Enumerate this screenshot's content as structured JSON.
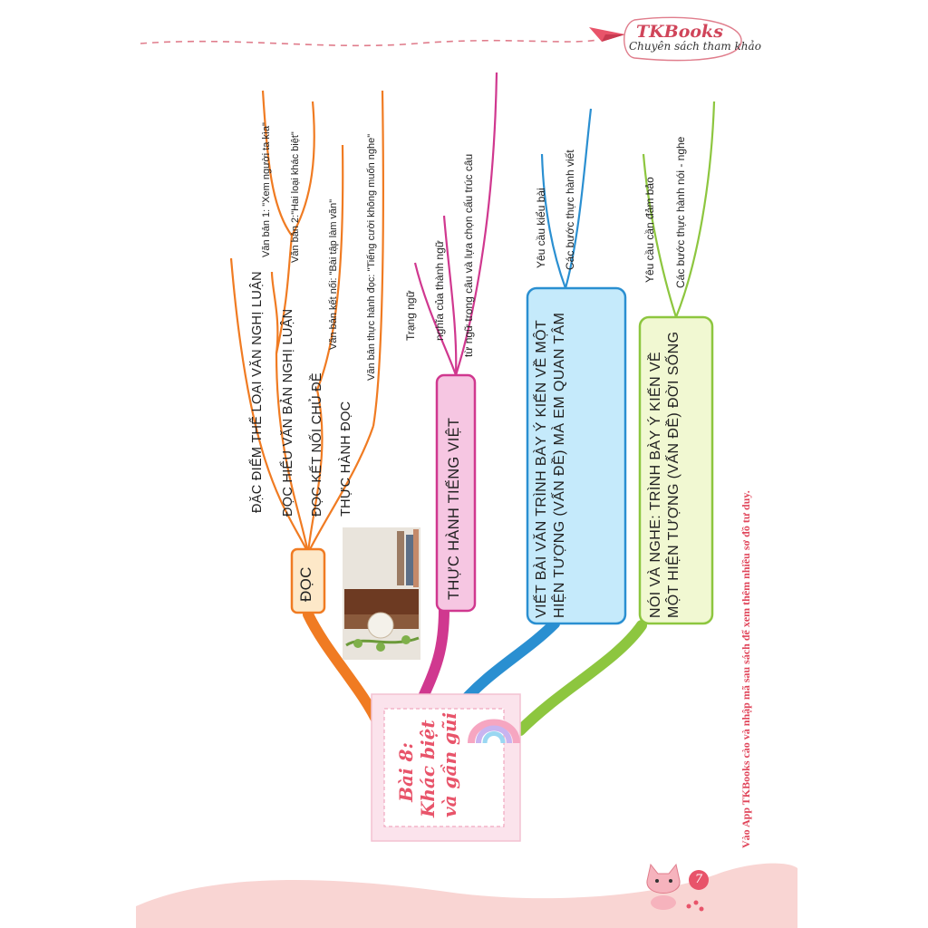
{
  "header": {
    "brand": "TKBooks",
    "tagline": "Chuyên sách tham khảo"
  },
  "center": {
    "line1": "Bài 8:",
    "line2": "Khác biệt",
    "line3": "và gần gũi"
  },
  "branches": {
    "doc": {
      "label": "ĐỌC",
      "color": "#f07b22",
      "subs": {
        "dac_diem": "ĐẶC ĐIỂM THỂ LOẠI VĂN NGHỊ LUẬN",
        "doc_hieu": "ĐỌC HIỂU VĂN BẢN NGHỊ LUẬN",
        "doc_ket_noi": "ĐỌC KẾT NỐI CHỦ ĐỀ",
        "thuc_hanh_doc": "THỰC HÀNH ĐỌC",
        "vb1": "Văn bản 1: \"Xem người ta kìa\"",
        "vb2": "Văn bản 2:\"Hai loại khác biệt\"",
        "vb_ket_noi": "Văn bản kết nối: \"Bài tập làm văn\"",
        "vb_thuc_hanh": "Văn bản thực hành đọc: \"Tiếng cười không muốn nghe\""
      }
    },
    "tieng_viet": {
      "label": "THỰC HÀNH TIẾNG VIỆT",
      "color": "#d0388f",
      "subs": {
        "trang_ngu": "Trạng ngữ",
        "nghia_thanh_ngu": "nghĩa của thành ngữ",
        "tu_ngu": "từ ngữ trong câu và lựa chọn cấu trúc câu"
      }
    },
    "viet": {
      "label": "VIẾT BÀI VĂN TRÌNH BÀY Ý KIẾN VỀ MỘT HIỆN TƯỢNG (VẤN ĐỀ) MÀ EM QUAN TÂM",
      "color": "#2a8fd1",
      "subs": {
        "yeu_cau": "Yêu cầu kiểu bài",
        "cac_buoc": "Các bước thực hành viết"
      }
    },
    "noi_nghe": {
      "label": "NÓI VÀ NGHE: TRÌNH BÀY Ý KIẾN VỀ MỘT HIỆN TƯỢNG (VẤN ĐỀ) ĐỜI SỐNG",
      "color": "#8dc63f",
      "subs": {
        "yeu_cau": "Yêu cầu cần đảm bảo",
        "cac_buoc": "Các bước thực hành nói - nghe"
      }
    }
  },
  "side_note": "Vào App TKBooks cào và nhập mã sau sách để xem thêm nhiều sơ đồ tư duy.",
  "page_number": "7",
  "colors": {
    "accent": "#e8546a",
    "footer_band": "#f9d5d3",
    "center_bg": "#fbe3ec"
  }
}
